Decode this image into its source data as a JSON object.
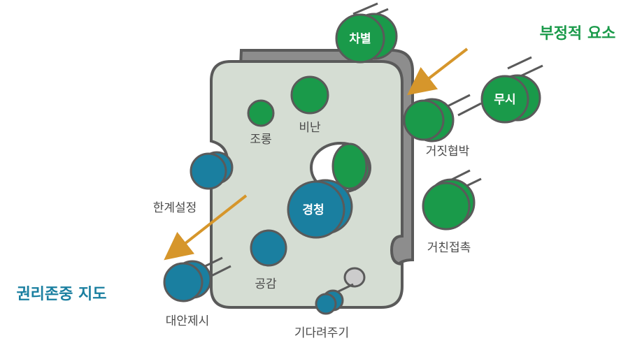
{
  "headings": {
    "negative": "부정적 요소",
    "positive": "권리존중 지도"
  },
  "labels": {
    "discrimination": "차별",
    "ignore": "무시",
    "lying_threat": "거짓협박",
    "rough_contact": "거친접촉",
    "blame": "비난",
    "mockery": "조롱",
    "listening": "경청",
    "empathy": "공감",
    "limit_setting": "한계설정",
    "alternative": "대안제시",
    "waiting": "기다려주기"
  },
  "colors": {
    "green": "#1a9a4a",
    "blue": "#1a7fa0",
    "body": "#d5ddd3",
    "outline": "#5a5a5a",
    "arrow": "#d6962b",
    "heading_green": "#1a9a4a",
    "heading_blue": "#1a7fa0"
  }
}
